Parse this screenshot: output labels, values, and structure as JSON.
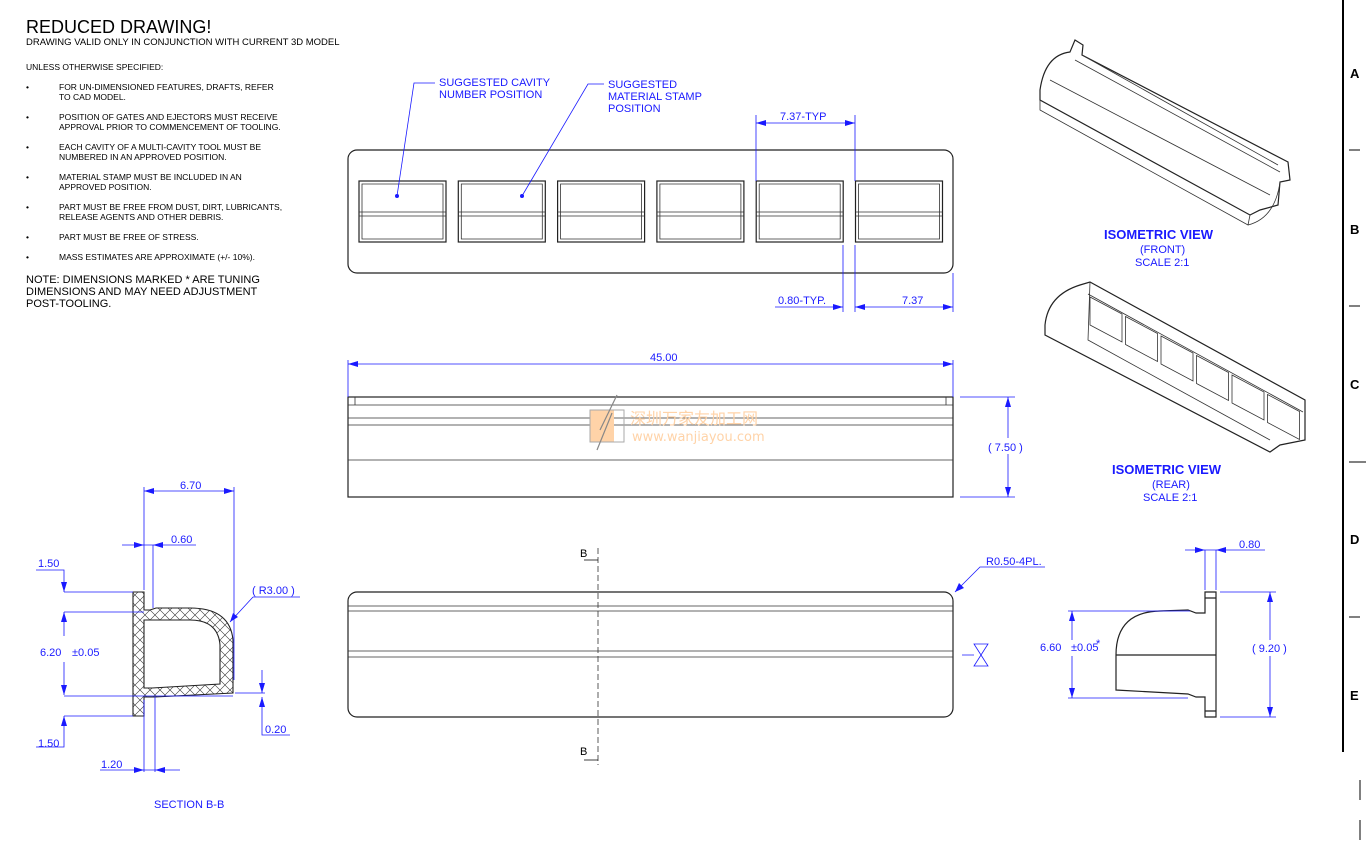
{
  "notes": {
    "title": "REDUCED DRAWING!",
    "subtitle": "DRAWING VALID ONLY IN CONJUNCTION WITH CURRENT 3D MODEL",
    "unless": "UNLESS OTHERWISE SPECIFIED:",
    "items": [
      {
        "l1": "FOR UN-DIMENSIONED FEATURES, DRAFTS, REFER",
        "l2": "TO CAD MODEL."
      },
      {
        "l1": "POSITION OF GATES AND EJECTORS MUST RECEIVE",
        "l2": "APPROVAL PRIOR TO COMMENCEMENT OF TOOLING."
      },
      {
        "l1": "EACH CAVITY OF A MULTI-CAVITY TOOL MUST BE",
        "l2": "NUMBERED IN AN APPROVED POSITION."
      },
      {
        "l1": "MATERIAL STAMP MUST BE INCLUDED IN AN",
        "l2": "APPROVED POSITION."
      },
      {
        "l1": "PART MUST BE FREE FROM DUST, DIRT, LUBRICANTS,",
        "l2": "RELEASE AGENTS AND OTHER DEBRIS."
      },
      {
        "l1": "PART MUST BE FREE OF STRESS.",
        "l2": ""
      },
      {
        "l1": "MASS ESTIMATES ARE APPROXIMATE (+/- 10%).",
        "l2": ""
      }
    ],
    "bullet": "•",
    "note": [
      "NOTE: DIMENSIONS MARKED * ARE TUNING",
      "DIMENSIONS AND MAY NEED ADJUSTMENT",
      "POST-TOOLING."
    ]
  },
  "top_view": {
    "callout_cavity": [
      "SUGGESTED CAVITY",
      "NUMBER POSITION"
    ],
    "callout_stamp": [
      "SUGGESTED",
      "MATERIAL STAMP",
      "POSITION"
    ],
    "dim_pitch_typ": "7.37-TYP",
    "dim_wall_typ": "0.80-TYP.",
    "dim_pitch": "7.37",
    "cavity_count": 6
  },
  "front_view": {
    "dim_length": "45.00",
    "dim_height": "( 7.50 )"
  },
  "bottom_view": {
    "section_label": "B",
    "radius_note": "R0.50-4PL."
  },
  "section": {
    "title": "SECTION B-B",
    "dim_width": "6.70",
    "dim_lip": "0.60",
    "dim_top_flange": "1.50",
    "dim_bottom_flange": "1.50",
    "dim_radius": "( R3.00 )",
    "dim_height": "6.20",
    "dim_height_tol": "±0.05",
    "dim_step": "0.20",
    "dim_offset": "1.20"
  },
  "end_view": {
    "dim_flange": "0.80",
    "dim_height": "6.60",
    "dim_height_tol": "±0.05",
    "tuning_mark": "*",
    "dim_total": "( 9.20 )"
  },
  "iso_front": {
    "title": "ISOMETRIC VIEW",
    "view": "(FRONT)",
    "scale": "SCALE 2:1"
  },
  "iso_rear": {
    "title": "ISOMETRIC VIEW",
    "view": "(REAR)",
    "scale": "SCALE 2:1"
  },
  "border": {
    "zones": [
      "A",
      "B",
      "C",
      "D",
      "E"
    ]
  },
  "watermark": {
    "cn": "深圳万家友加工网",
    "url": "www.wanjiayou.com"
  },
  "colors": {
    "dimension": "#1a1aff",
    "outline": "#222222",
    "watermark": "#ffd3a8"
  }
}
